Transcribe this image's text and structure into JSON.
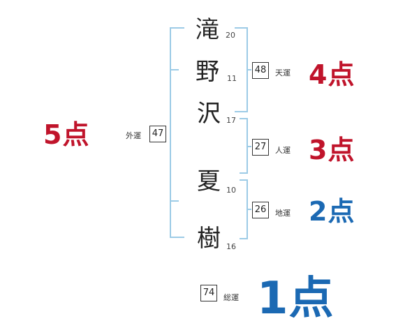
{
  "colors": {
    "bracket": "#9ccbe6",
    "red": "#c0142b",
    "blue": "#1b69b3"
  },
  "characters": [
    {
      "char": "滝",
      "strokes": "20"
    },
    {
      "char": "野",
      "strokes": "11"
    },
    {
      "char": "沢",
      "strokes": "17"
    },
    {
      "char": "夏",
      "strokes": "10"
    },
    {
      "char": "樹",
      "strokes": "16"
    }
  ],
  "fortunes": {
    "tenkaku": {
      "value": "48",
      "label": "天運",
      "score": "4点"
    },
    "jinkaku": {
      "value": "27",
      "label": "人運",
      "score": "3点"
    },
    "chikaku": {
      "value": "26",
      "label": "地運",
      "score": "2点"
    },
    "gaikaku": {
      "value": "47",
      "label": "外運",
      "score": "5点"
    },
    "soukaku": {
      "value": "74",
      "label": "総運",
      "score": "1点"
    }
  }
}
